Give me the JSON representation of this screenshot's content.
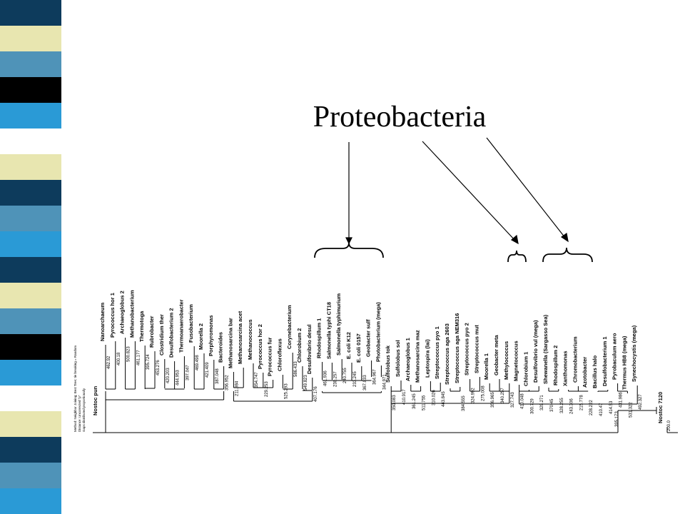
{
  "slide": {
    "title": "Proteobacteria",
    "stripe_colors": [
      "#0d3b5c",
      "#e8e6b0",
      "#4f93b8",
      "#000000",
      "#2a9ad6",
      "#ffffff",
      "#e8e6b0",
      "#0d3b5c",
      "#4f93b8",
      "#2a9ad6"
    ]
  },
  "tree": {
    "method_lines": [
      "Method: Neighbor Joining; Best Tree; tie breaking = Random",
      "Distance: Uncorrected \"p\"",
      "Gaps distributed proportionally"
    ],
    "root_label": "Nostoc pun",
    "root_length": "395.173",
    "right_root_label": "Nostoc 7120",
    "scale_value": "200.0",
    "leaves": [
      {
        "name": "Nanoarchaeum",
        "length": "462.92"
      },
      {
        "name": "Pyrococcus hor 1",
        "length": "400.18"
      },
      {
        "name": "Archaeoglobus 2",
        "length": "500.823"
      },
      {
        "name": "Methanobacterium",
        "length": "461.177"
      },
      {
        "name": "Thermotoga",
        "length": "395.724"
      },
      {
        "name": "Rubrobacter",
        "length": "453.276"
      },
      {
        "name": "Clostridium ther",
        "length": "420.203"
      },
      {
        "name": "Desulfobacterium 2",
        "length": "444.953"
      },
      {
        "name": "Thermoanaerobacter",
        "length": "397.047"
      },
      {
        "name": "Fusobacterium",
        "length": "469.498"
      },
      {
        "name": "Moorella 2",
        "length": "421.409"
      },
      {
        "name": "Porphyromonas",
        "length": "387.048"
      },
      {
        "name": "Bacteroides",
        "length": "356.952"
      },
      {
        "name": "Methanosarcina bar",
        "length": "211.984"
      },
      {
        "name": "Methanosarcina acet",
        "length": ""
      },
      {
        "name": "Methanococcus",
        "length": "354.747"
      },
      {
        "name": "Pyrococcus hor 2",
        "length": "229.253"
      },
      {
        "name": "Pyrococcus fur",
        "length": ""
      },
      {
        "name": "Chloroflexus",
        "length": "525.293"
      },
      {
        "name": "Corynebacterium",
        "length": "586.433"
      },
      {
        "name": "Chlorobium 2",
        "length": "549.823"
      },
      {
        "name": "Desulfovibrio desul",
        "length": "407.176"
      },
      {
        "name": "Rhodospillum 1",
        "length": "461.936"
      },
      {
        "name": "Salmonella typhi CT18",
        "length": "230.257"
      },
      {
        "name": "Salmonella typhimurium",
        "length": "240.755"
      },
      {
        "name": "E. coli K12",
        "length": "233.245"
      },
      {
        "name": "E. coli 0157",
        "length": "367.033"
      },
      {
        "name": "Geobacter sulf",
        "length": "364.967"
      },
      {
        "name": "Photobacterium (mega)",
        "length": "344.971"
      },
      {
        "name": "Sulfolobus tok",
        "length": "350.083"
      },
      {
        "name": "Sulfolobus sol",
        "length": "410.917"
      },
      {
        "name": "Archaeoglobus 1",
        "length": "361.245"
      },
      {
        "name": "Methanosarcina maz",
        "length": "511.755"
      },
      {
        "name": "Leptospira (lai)",
        "length": "310.026"
      },
      {
        "name": "Streptococcus pyo 1",
        "length": "443.845"
      },
      {
        "name": "Streptococcus aga 2603",
        "length": ""
      },
      {
        "name": "Streptococcus aga NEM316",
        "length": "384.555"
      },
      {
        "name": "Streptococcus pyo 2",
        "length": "324.992"
      },
      {
        "name": "Streptococcus mut",
        "length": "275.008"
      },
      {
        "name": "Moorella 1",
        "length": "356.965"
      },
      {
        "name": "Geobacter meta",
        "length": "340.257"
      },
      {
        "name": "Methylococcus",
        "length": "327.743"
      },
      {
        "name": "Magnetococcus",
        "length": "410.048"
      },
      {
        "name": "Chlorobium 1",
        "length": "300.729"
      },
      {
        "name": "Desulfovibrio vul (mega)",
        "length": "329.271"
      },
      {
        "name": "Shewanella (Sargasso Sea)",
        "length": "370.45"
      },
      {
        "name": "Rhodospillum 2",
        "length": "328.255"
      },
      {
        "name": "Xanthomonas",
        "length": "243.306"
      },
      {
        "name": "Chromobacterium",
        "length": "215.778"
      },
      {
        "name": "Azotobacter",
        "length": "228.222"
      },
      {
        "name": "Bacillus halo",
        "length": "410.47"
      },
      {
        "name": "Desulfobacterium 1",
        "length": "414.53"
      },
      {
        "name": "Pyrobaculum aero",
        "length": "431.986"
      },
      {
        "name": "Thermus HB8 (mega)",
        "length": "531.322"
      },
      {
        "name": "Synechocystis (mega)",
        "length": "492.327"
      }
    ]
  },
  "annotations": {
    "brackets": [
      "proteobacteria-bracket-left",
      "proteobacteria-bracket-middle",
      "proteobacteria-bracket-right"
    ]
  }
}
